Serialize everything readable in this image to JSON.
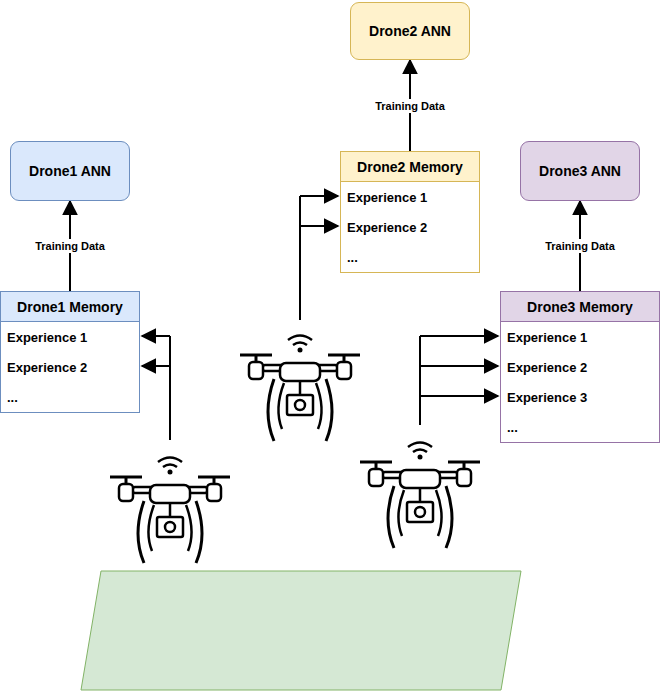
{
  "diagram": {
    "nodes": [
      {
        "text": [
          "Drone2 ANN"
        ]
      },
      {
        "text": [
          "Drone1 ANN"
        ]
      },
      {
        "text": [
          "Drone3 ANN"
        ]
      },
      {
        "text": [
          "Drone2 Memory",
          "Experience 1",
          "Experience 2",
          "..."
        ]
      },
      {
        "text": [
          "Drone1 Memory",
          "Experience 1",
          "Experience 2",
          "..."
        ]
      },
      {
        "text": [
          "Drone3 Memory",
          "Experience 1",
          "Experience 2",
          "Experience 3",
          "..."
        ]
      }
    ],
    "edges": [
      {
        "from": 3,
        "to": 0,
        "label": "Training Data",
        "arrow": "to"
      },
      {
        "from": 4,
        "to": 1,
        "label": "Training Data",
        "arrow": "to"
      },
      {
        "from": 5,
        "to": 2,
        "label": "Training Data",
        "arrow": "to"
      }
    ]
  }
}
